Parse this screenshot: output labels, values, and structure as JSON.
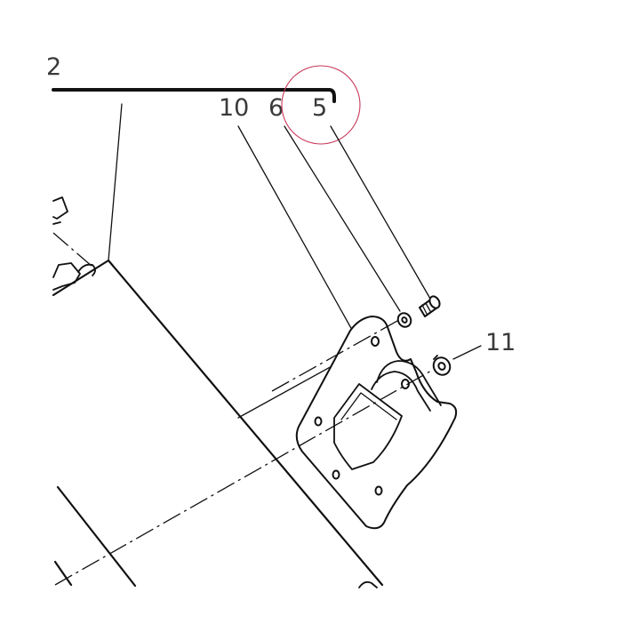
{
  "diagram": {
    "callouts": {
      "partial_ref": "2",
      "part_10": "10",
      "part_6": "6",
      "part_5": "5",
      "part_11": "11"
    },
    "highlight": {
      "target": "5",
      "color": "#c8385a"
    },
    "line_color": "#111111",
    "label_color": "#3a3a3a"
  }
}
